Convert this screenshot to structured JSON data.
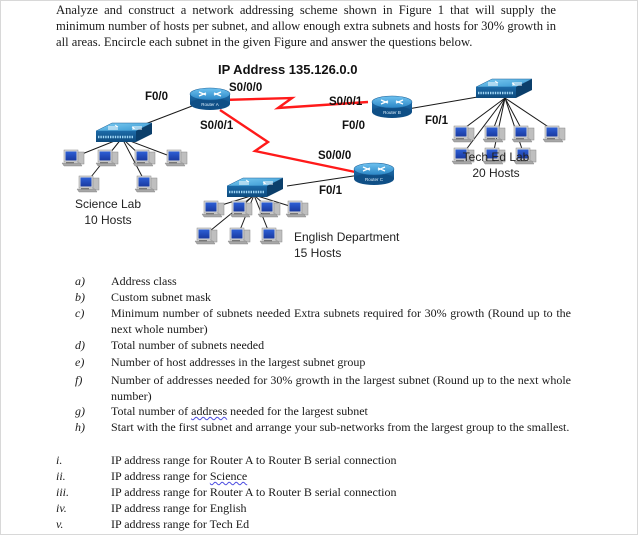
{
  "intro": "Analyze and construct a network addressing scheme shown in Figure 1 that will supply the minimum number of hosts per subnet, and allow enough extra subnets and hosts for 30% growth in all areas. Encircle each subnet in the given Figure and answer the questions below.",
  "diagram": {
    "title": "IP Address 135.126.0.0",
    "routers": {
      "a": "Router A",
      "b": "Router B",
      "c": "Router C"
    },
    "interfaces": {
      "a_s000": "S0/0/0",
      "a_f00": "F0/0",
      "a_s001": "S0/0/1",
      "b_s001": "S0/0/1",
      "b_f00": "F0/0",
      "b_f01": "F0/1",
      "c_s000": "S0/0/0",
      "c_f01": "F0/1"
    },
    "labs": {
      "science_name": "Science Lab",
      "science_hosts": "10 Hosts",
      "tech_name": "Tech Ed Lab",
      "tech_hosts": "20 Hosts",
      "english_name": "English Department",
      "english_hosts": "15 Hosts"
    }
  },
  "questions": [
    {
      "marker": "a)",
      "text": "Address class"
    },
    {
      "marker": "b)",
      "text": "Custom subnet mask"
    },
    {
      "marker": "c)",
      "text": "Minimum number of subnets needed Extra subnets required for 30% growth (Round up to the next whole number)"
    },
    {
      "marker": "d)",
      "text": "Total number of subnets needed"
    },
    {
      "marker": "e)",
      "text": "Number of host addresses in the largest subnet group"
    },
    {
      "marker": "f)",
      "text": "Number of addresses needed for 30% growth in the largest subnet (Round up to the next whole number)"
    },
    {
      "marker": "g)",
      "text_before": "Total number of ",
      "text_mark": "address",
      "text_after": " needed for the largest subnet"
    },
    {
      "marker": "h)",
      "text": "Start with the first subnet and arrange your sub-networks from the largest group to the smallest."
    }
  ],
  "subitems": [
    {
      "marker": "i.",
      "text": "IP address range for Router A to Router B serial connection"
    },
    {
      "marker": "ii.",
      "text_before": "IP address range for ",
      "text_mark": "Science"
    },
    {
      "marker": "iii.",
      "text": "IP address range for Router A to Router B serial connection"
    },
    {
      "marker": "iv.",
      "text": "IP address range for English"
    },
    {
      "marker": "v.",
      "text": "IP address range for Tech Ed"
    }
  ]
}
